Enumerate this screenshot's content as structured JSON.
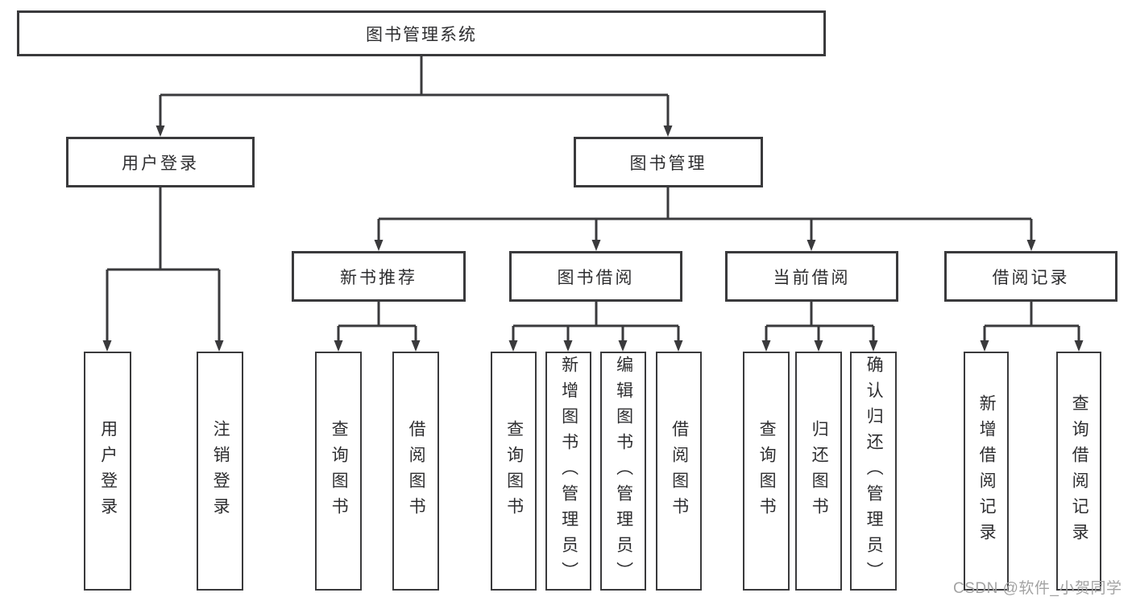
{
  "diagram": {
    "root": {
      "label": "图书管理系统"
    },
    "branches": [
      {
        "label": "用户登录",
        "children": [
          {
            "label": "用户登录"
          },
          {
            "label": "注销登录"
          }
        ]
      },
      {
        "label": "图书管理",
        "children": [
          {
            "label": "新书推荐",
            "children": [
              {
                "label": "查询图书"
              },
              {
                "label": "借阅图书"
              }
            ]
          },
          {
            "label": "图书借阅",
            "children": [
              {
                "label": "查询图书"
              },
              {
                "label": "新增图书（管理员）"
              },
              {
                "label": "编辑图书（管理员）"
              },
              {
                "label": "借阅图书"
              }
            ]
          },
          {
            "label": "当前借阅",
            "children": [
              {
                "label": "查询图书"
              },
              {
                "label": "归还图书"
              },
              {
                "label": "确认归还（管理员）"
              }
            ]
          },
          {
            "label": "借阅记录",
            "children": [
              {
                "label": "新增借阅记录"
              },
              {
                "label": "查询借阅记录"
              }
            ]
          }
        ]
      }
    ]
  },
  "watermark": {
    "text": "CSDN @软件_小贺同学"
  },
  "colors": {
    "line": "#3a3a3c",
    "text": "#2e2e30",
    "watermark_gray": "#a3a3a3",
    "background": "#ffffff"
  }
}
